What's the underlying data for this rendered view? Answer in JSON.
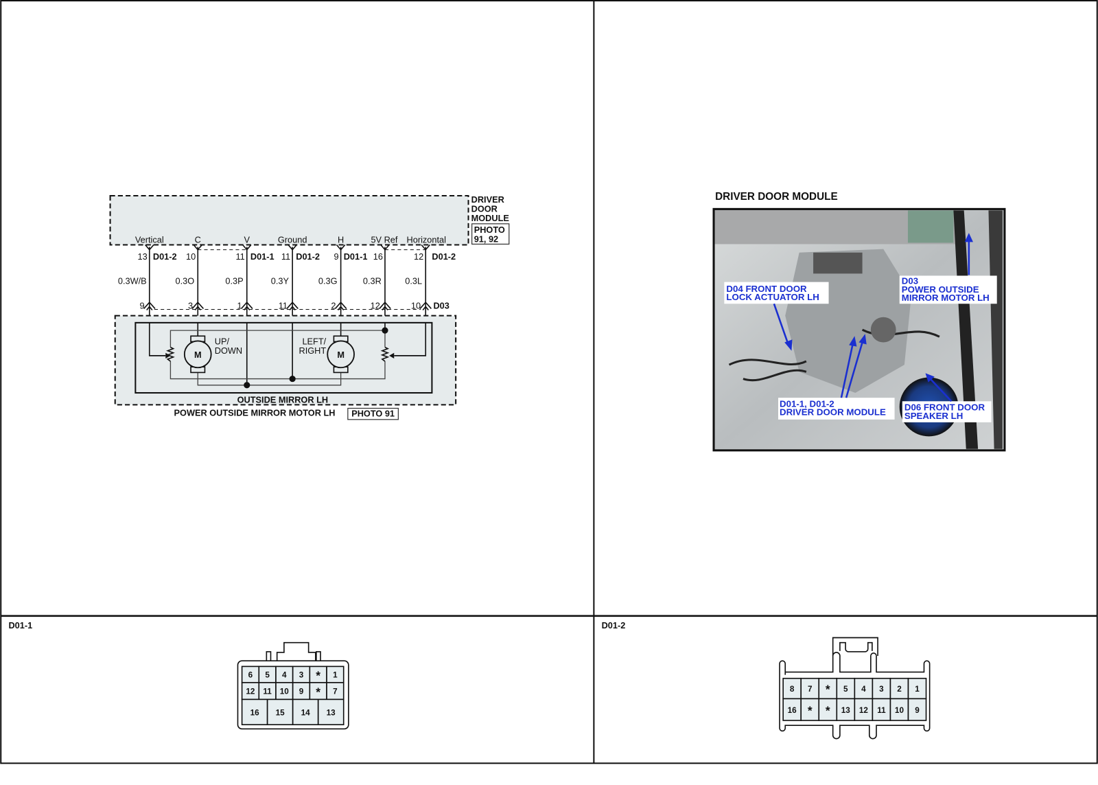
{
  "schematic": {
    "module_label": [
      "DRIVER",
      "DOOR",
      "MODULE"
    ],
    "module_photo": [
      "PHOTO",
      "91, 92"
    ],
    "terminals": [
      {
        "name": "Vertical",
        "pin": "13",
        "connector": "D01-2",
        "wire": "0.3W/B",
        "d03_pin": "9"
      },
      {
        "name": "C",
        "pin": "10",
        "connector": "",
        "wire": "0.3O",
        "d03_pin": "3"
      },
      {
        "name": "V",
        "pin": "11",
        "connector": "D01-1",
        "wire": "0.3P",
        "d03_pin": "1"
      },
      {
        "name": "Ground",
        "pin": "11",
        "connector": "D01-2",
        "wire": "0.3Y",
        "d03_pin": "11"
      },
      {
        "name": "H",
        "pin": "9",
        "connector": "D01-1",
        "wire": "0.3G",
        "d03_pin": "2"
      },
      {
        "name": "5V Ref",
        "pin": "16",
        "connector": "",
        "wire": "0.3R",
        "d03_pin": "12"
      },
      {
        "name": "Horizontal",
        "pin": "12",
        "connector": "D01-2",
        "wire": "0.3L",
        "d03_pin": "10"
      }
    ],
    "d03_label": "D03",
    "motor_symbol": "M",
    "updown_label": [
      "UP/",
      "DOWN"
    ],
    "leftright_label": [
      "LEFT/",
      "RIGHT"
    ],
    "mirror_label": "OUTSIDE MIRROR LH",
    "component_label": "POWER OUTSIDE MIRROR MOTOR LH",
    "component_photo": "PHOTO 91"
  },
  "photo": {
    "title": "DRIVER DOOR MODULE",
    "callouts": {
      "d04": [
        "D04 FRONT DOOR",
        "LOCK ACTUATOR LH"
      ],
      "d03": [
        "D03",
        "POWER OUTSIDE",
        "MIRROR MOTOR LH"
      ],
      "d01": [
        "D01-1, D01-2",
        "DRIVER DOOR MODULE"
      ],
      "d06": [
        "D06 FRONT DOOR",
        "SPEAKER LH"
      ]
    },
    "arrow_color": "#1a2fd0"
  },
  "connectors": {
    "d01_1": {
      "title": "D01-1",
      "row1": [
        "6",
        "5",
        "4",
        "3",
        "*",
        "1"
      ],
      "row2": [
        "12",
        "11",
        "10",
        "9",
        "*",
        "7"
      ],
      "row3": [
        "16",
        "15",
        "14",
        "13"
      ],
      "highlighted": [
        "11",
        "10",
        "9"
      ]
    },
    "d01_2": {
      "title": "D01-2",
      "row1": [
        "8",
        "7",
        "*",
        "5",
        "4",
        "3",
        "2",
        "1"
      ],
      "row2": [
        "16",
        "*",
        "*",
        "13",
        "12",
        "11",
        "10",
        "9"
      ],
      "highlighted": [
        "13",
        "12",
        "11"
      ]
    },
    "highlight_color": "#a5cfdd",
    "cell_color": "#e6eef0"
  }
}
